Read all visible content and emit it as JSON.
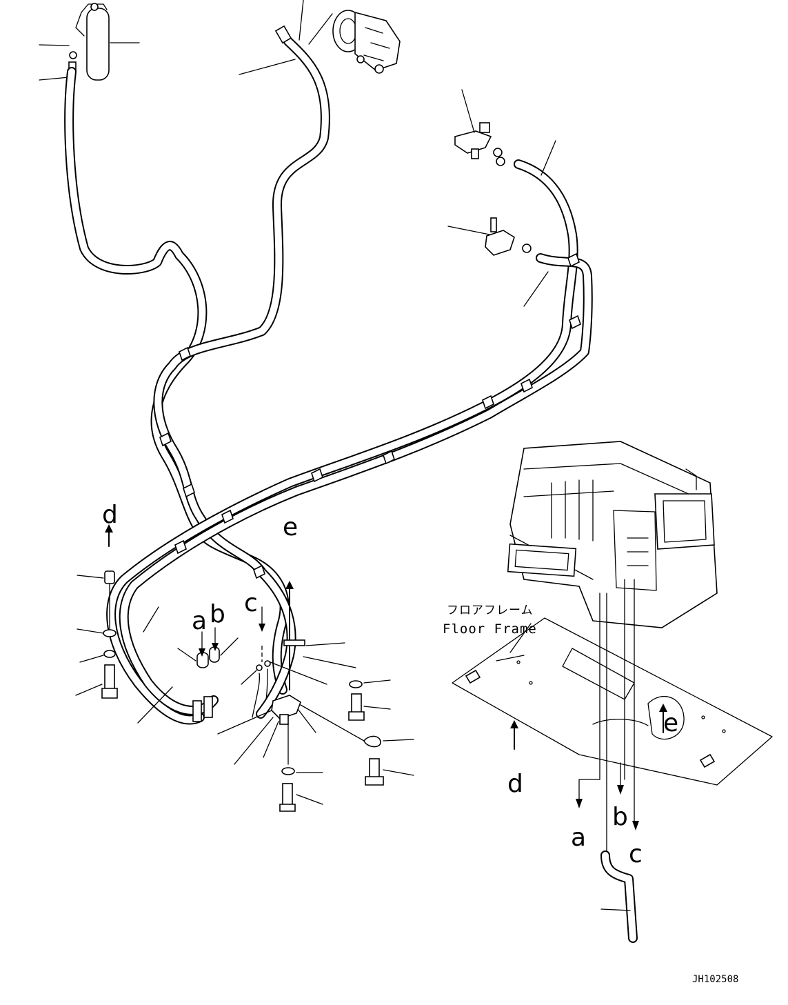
{
  "callouts": {
    "a_top": "a",
    "b_top": "b",
    "c_top": "c",
    "d_top": "d",
    "e_top": "e",
    "a_bottom": "a",
    "b_bottom": "b",
    "c_bottom": "c",
    "d_bottom": "d",
    "e_floor": "e"
  },
  "floor_frame": {
    "label_jp": "フロアフレーム",
    "label_en": "Floor Frame"
  },
  "drawing_code": "JH102508"
}
